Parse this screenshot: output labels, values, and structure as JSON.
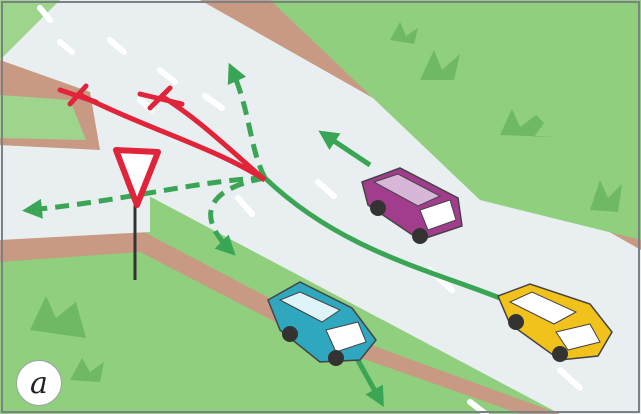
{
  "figure": {
    "panel_label": "a"
  },
  "legend_semantics": {
    "allowed_path_color": "#3aa655",
    "forbidden_path_color": "#e0243a",
    "sign": "yield-sign"
  },
  "colors": {
    "grass": "#8fcf7d",
    "grass_dark": "#6fb864",
    "shoulder": "#c89a83",
    "road": "#e9eef0",
    "lane_mark": "#ffffff",
    "outline": "#555555",
    "car_purple": "#a23d8e",
    "car_blue": "#2fa7be",
    "car_yellow": "#f2c21c",
    "sign_red": "#e0243a"
  },
  "vehicles": [
    {
      "name": "purple-car",
      "color": "#a23d8e"
    },
    {
      "name": "blue-car",
      "color": "#2fa7be"
    },
    {
      "name": "yellow-car",
      "color": "#f2c21c"
    }
  ]
}
